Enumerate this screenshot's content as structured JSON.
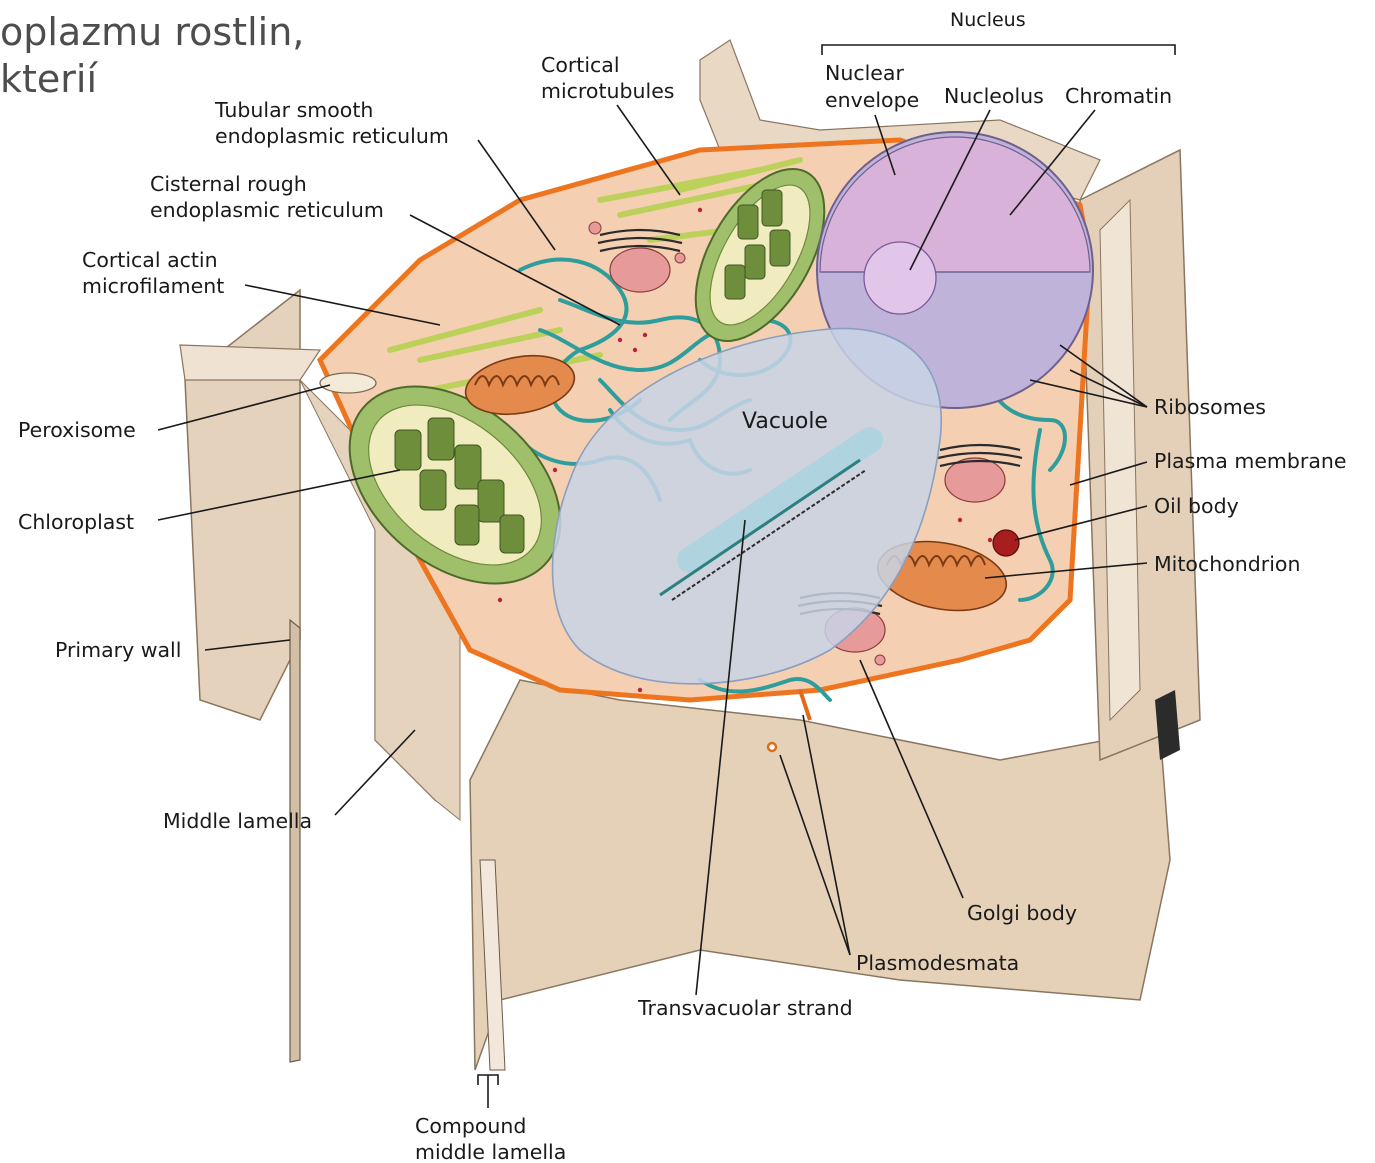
{
  "slide_text": {
    "line1": "oplazmu rostlin,",
    "line2": "kterií"
  },
  "labels": {
    "nucleus": "Nucleus",
    "nuclear_envelope_1": "Nuclear",
    "nuclear_envelope_2": "envelope",
    "nucleolus": "Nucleolus",
    "chromatin": "Chromatin",
    "cortical_microtubules_1": "Cortical",
    "cortical_microtubules_2": "microtubules",
    "tubular_er_1": "Tubular smooth",
    "tubular_er_2": "endoplasmic reticulum",
    "cisternal_er_1": "Cisternal rough",
    "cisternal_er_2": "endoplasmic reticulum",
    "cortical_actin_1": "Cortical actin",
    "cortical_actin_2": "microfilament",
    "peroxisome": "Peroxisome",
    "chloroplast": "Chloroplast",
    "primary_wall": "Primary wall",
    "middle_lamella": "Middle lamella",
    "compound_1": "Compound",
    "compound_2": "middle lamella",
    "vacuole": "Vacuole",
    "ribosomes": "Ribosomes",
    "plasma_membrane": "Plasma membrane",
    "oil_body": "Oil body",
    "mitochondrion": "Mitochondrion",
    "golgi_body": "Golgi body",
    "plasmodesmata": "Plasmodesmata",
    "transvacuolar_strand": "Transvacuolar strand"
  },
  "colors": {
    "wall": "#e8d8c4",
    "wall_dark": "#c9b195",
    "cytoplasm": "#f6d2b6",
    "membrane": "#f07a1e",
    "vacuole": "#c9d5e6",
    "nucleus": "#cba6d2",
    "chloroplast": "#8fb35a",
    "er": "#2c9a9a",
    "golgi": "#e79a9a",
    "mitochondrion": "#e08a4a"
  }
}
